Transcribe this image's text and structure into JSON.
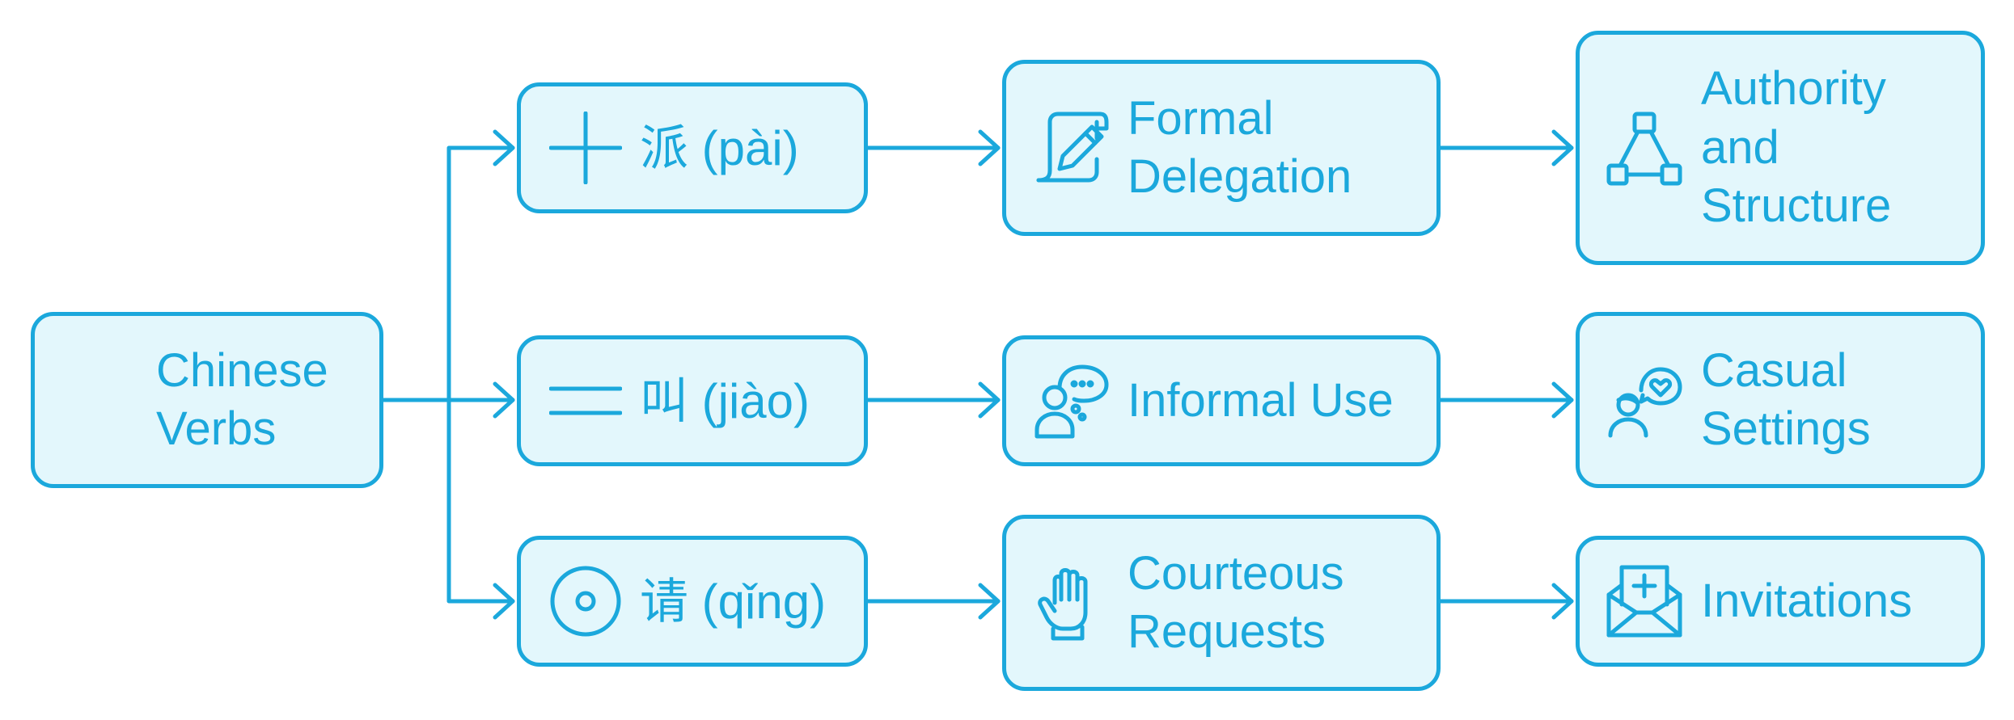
{
  "nodes": {
    "root": {
      "label": "Chinese\nVerbs"
    },
    "pai": {
      "label": "派 (pài)",
      "icon": "plus-cross-icon"
    },
    "jiao": {
      "label": "叫 (jiào)",
      "icon": "double-line-icon"
    },
    "qing": {
      "label": "请 (qǐng)",
      "icon": "target-circle-icon"
    },
    "formal": {
      "label": "Formal\nDelegation",
      "icon": "pen-document-icon"
    },
    "informal": {
      "label": "Informal Use",
      "icon": "chat-person-icon"
    },
    "courteous": {
      "label": "Courteous\nRequests",
      "icon": "raised-hand-icon"
    },
    "authority": {
      "label": "Authority\nand\nStructure",
      "icon": "hierarchy-icon"
    },
    "casual": {
      "label": "Casual\nSettings",
      "icon": "person-heart-bubble-icon"
    },
    "invitations": {
      "label": "Invitations",
      "icon": "envelope-plus-icon"
    }
  },
  "colors": {
    "accent": "#1ba8dc",
    "fill": "#e3f7fc"
  }
}
